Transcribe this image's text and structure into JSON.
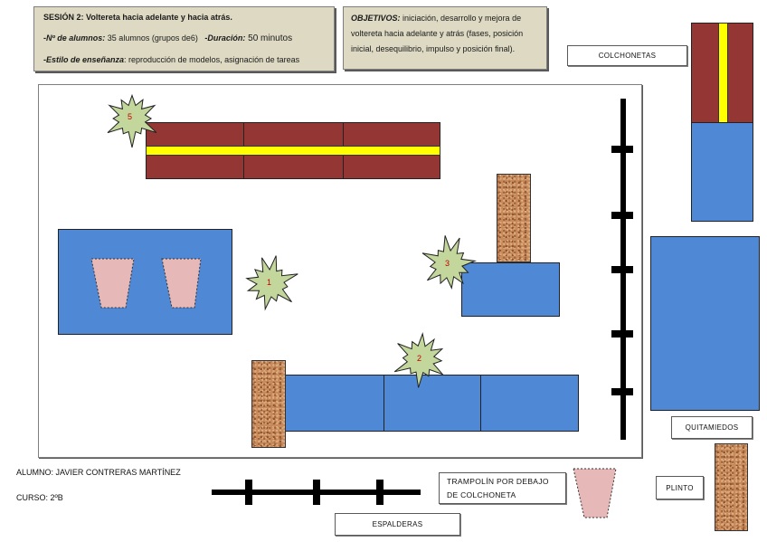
{
  "session": {
    "title_label": "SESIÓN 2:",
    "title_text": " Voltereta hacia adelante y hacia atrás.",
    "students_label": "-Nº de alumnos:",
    "students_value": " 35 alumnos (grupos de6)",
    "duration_label": "-Duración:",
    "duration_value": " 50 minutos",
    "style_label": "-Estilo de enseñanza",
    "style_value": ": reproducción de modelos, asignación de tareas"
  },
  "objectives": {
    "label": "OBJETIVOS:",
    "text": " iniciación, desarrollo y mejora de voltereta hacia adelante y atrás (fases, posición inicial, desequilibrio, impulso y posición final)."
  },
  "legend": {
    "colchonetas": "COLCHONETAS",
    "quitamiedos": "QUITAMIEDOS",
    "plinto": "PLINTO",
    "espalderas": "ESPALDERAS",
    "trampolin": "TRAMPOLÍN POR DEBAJO DE COLCHONETA"
  },
  "stations": [
    {
      "number": "1"
    },
    {
      "number": "2"
    },
    {
      "number": "3"
    },
    {
      "number": "5"
    }
  ],
  "student": {
    "name": "ALUMNO: JAVIER CONTRERAS MARTÍNEZ",
    "course": "CURSO: 2ºB"
  },
  "colors": {
    "mat_red": "#943634",
    "mat_blue": "#4f88d4",
    "stripe_yellow": "#ffff00",
    "trampoline_pink": "#e6b8b7",
    "star_green": "#c3d69b",
    "station_number_red": "#c00000",
    "info_box_bg": "#ddd9c3"
  }
}
